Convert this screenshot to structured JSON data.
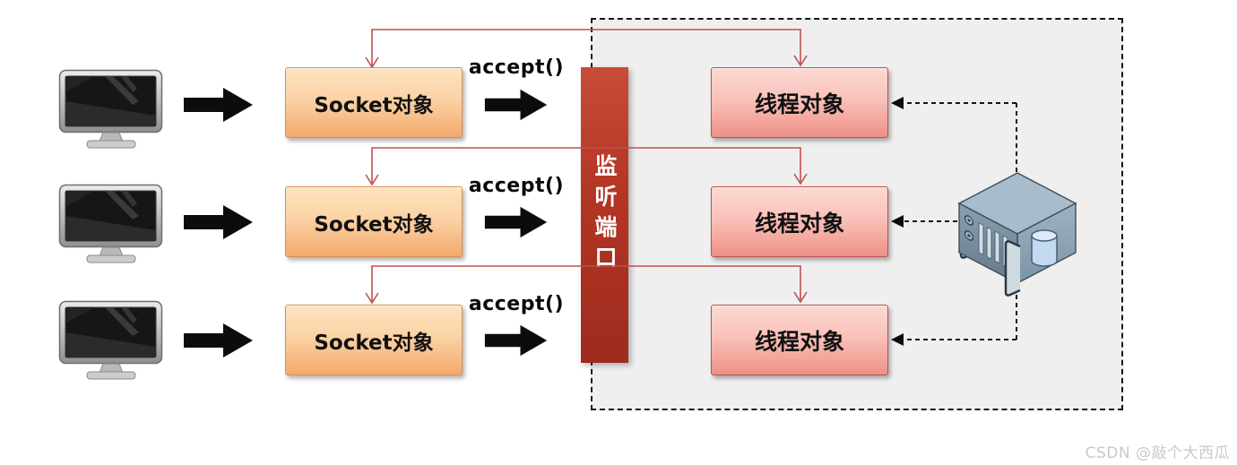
{
  "diagram": {
    "rows": [
      {
        "socket_label": "Socket对象",
        "accept_label": "accept()",
        "thread_label": "线程对象"
      },
      {
        "socket_label": "Socket对象",
        "accept_label": "accept()",
        "thread_label": "线程对象"
      },
      {
        "socket_label": "Socket对象",
        "accept_label": "accept()",
        "thread_label": "线程对象"
      }
    ],
    "listener_bar": {
      "label": "监听端口",
      "fill_top": "#c94b38",
      "fill_bottom": "#9e2b1d"
    },
    "icons": {
      "client": "client-monitor-icon",
      "server": "server-rack-icon",
      "flow_arrow": "black-right-arrow-icon"
    },
    "colors": {
      "socket_box_top": "#fde3c1",
      "socket_box_bottom": "#f3a96d",
      "socket_border": "#db8f4e",
      "thread_box_top": "#fcd9d3",
      "thread_box_bottom": "#ef9085",
      "thread_border": "#c0504d",
      "connector_red": "#c0504d",
      "dashed_line": "#151515",
      "panel_bg": "#efefef"
    }
  },
  "watermark": "CSDN @敲个大西瓜"
}
